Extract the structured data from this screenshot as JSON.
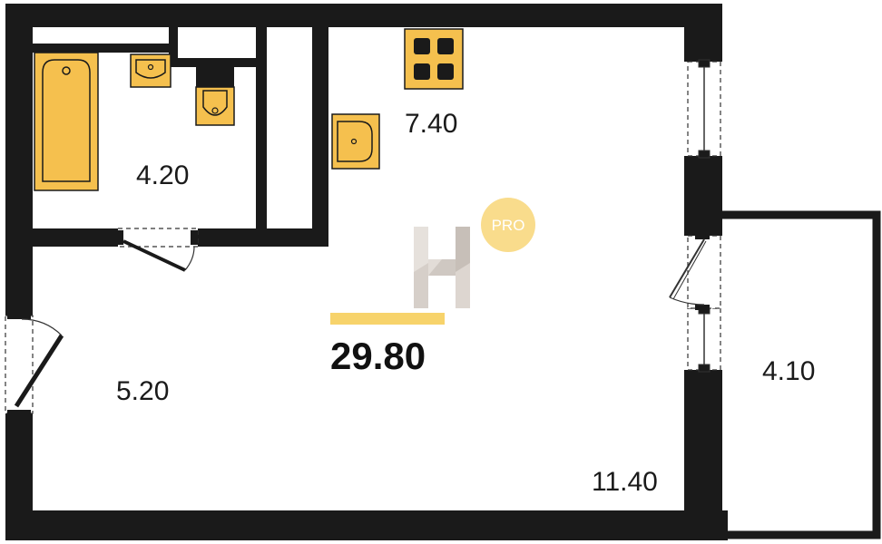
{
  "plan": {
    "total_area": "29.80",
    "rooms": [
      {
        "id": "bathroom",
        "area": "4.20"
      },
      {
        "id": "kitchen",
        "area": "7.40"
      },
      {
        "id": "hallway",
        "area": "5.20"
      },
      {
        "id": "living-room",
        "area": "11.40"
      },
      {
        "id": "balcony",
        "area": "4.10"
      }
    ],
    "badge": "PRO"
  },
  "colors": {
    "wall": "#1a1a1a",
    "fixture_fill": "#f5c04e",
    "accent_bar": "#f7d36b",
    "badge_fill": "#f9dc8c",
    "badge_text": "#ffffff",
    "logo": "#cfc8c2"
  },
  "icons": {
    "bathtub": "bathtub-icon",
    "sink": "sink-icon",
    "toilet": "toilet-icon",
    "stove": "stove-icon",
    "door": "door-swing-icon",
    "window": "window-icon",
    "logo": "brand-logo-icon"
  }
}
